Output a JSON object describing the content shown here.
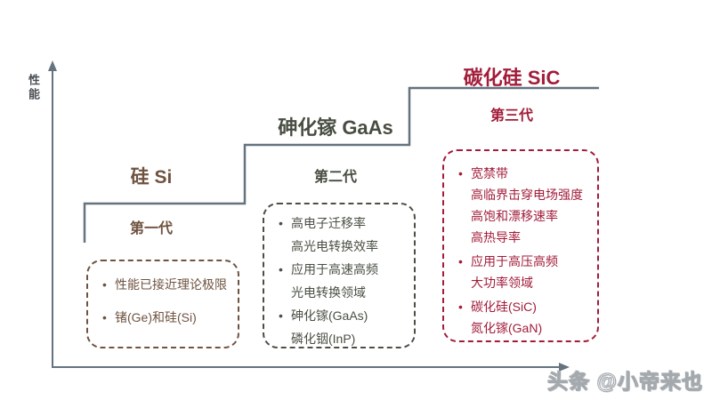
{
  "axes": {
    "y_label": "性能",
    "line_color": "#64737f"
  },
  "generations": [
    {
      "name": "硅 Si",
      "generation": "第一代",
      "color": "#6f5340",
      "bullets": [
        {
          "lines": [
            "性能已接近理论极限"
          ]
        },
        {
          "lines": [
            "锗(Ge)和硅(Si)"
          ]
        }
      ]
    },
    {
      "name": "砷化镓 GaAs",
      "generation": "第二代",
      "color": "#4a5044",
      "bullets": [
        {
          "lines": [
            "高电子迁移率",
            "高光电转换效率"
          ]
        },
        {
          "lines": [
            "应用于高速高频",
            "光电转换领域"
          ]
        },
        {
          "lines": [
            "砷化镓(GaAs)",
            "磷化铟(InP)"
          ]
        }
      ]
    },
    {
      "name": "碳化硅 SiC",
      "generation": "第三代",
      "color": "#a21c3a",
      "bullets": [
        {
          "lines": [
            "宽禁带",
            "高临界击穿电场强度",
            "高饱和漂移速率",
            "高热导率"
          ]
        },
        {
          "lines": [
            "应用于高压高频",
            "大功率领域"
          ]
        },
        {
          "lines": [
            "碳化硅(SiC)",
            "氮化镓(GaN)"
          ]
        }
      ]
    }
  ],
  "watermark": "头条 @小帝来也"
}
